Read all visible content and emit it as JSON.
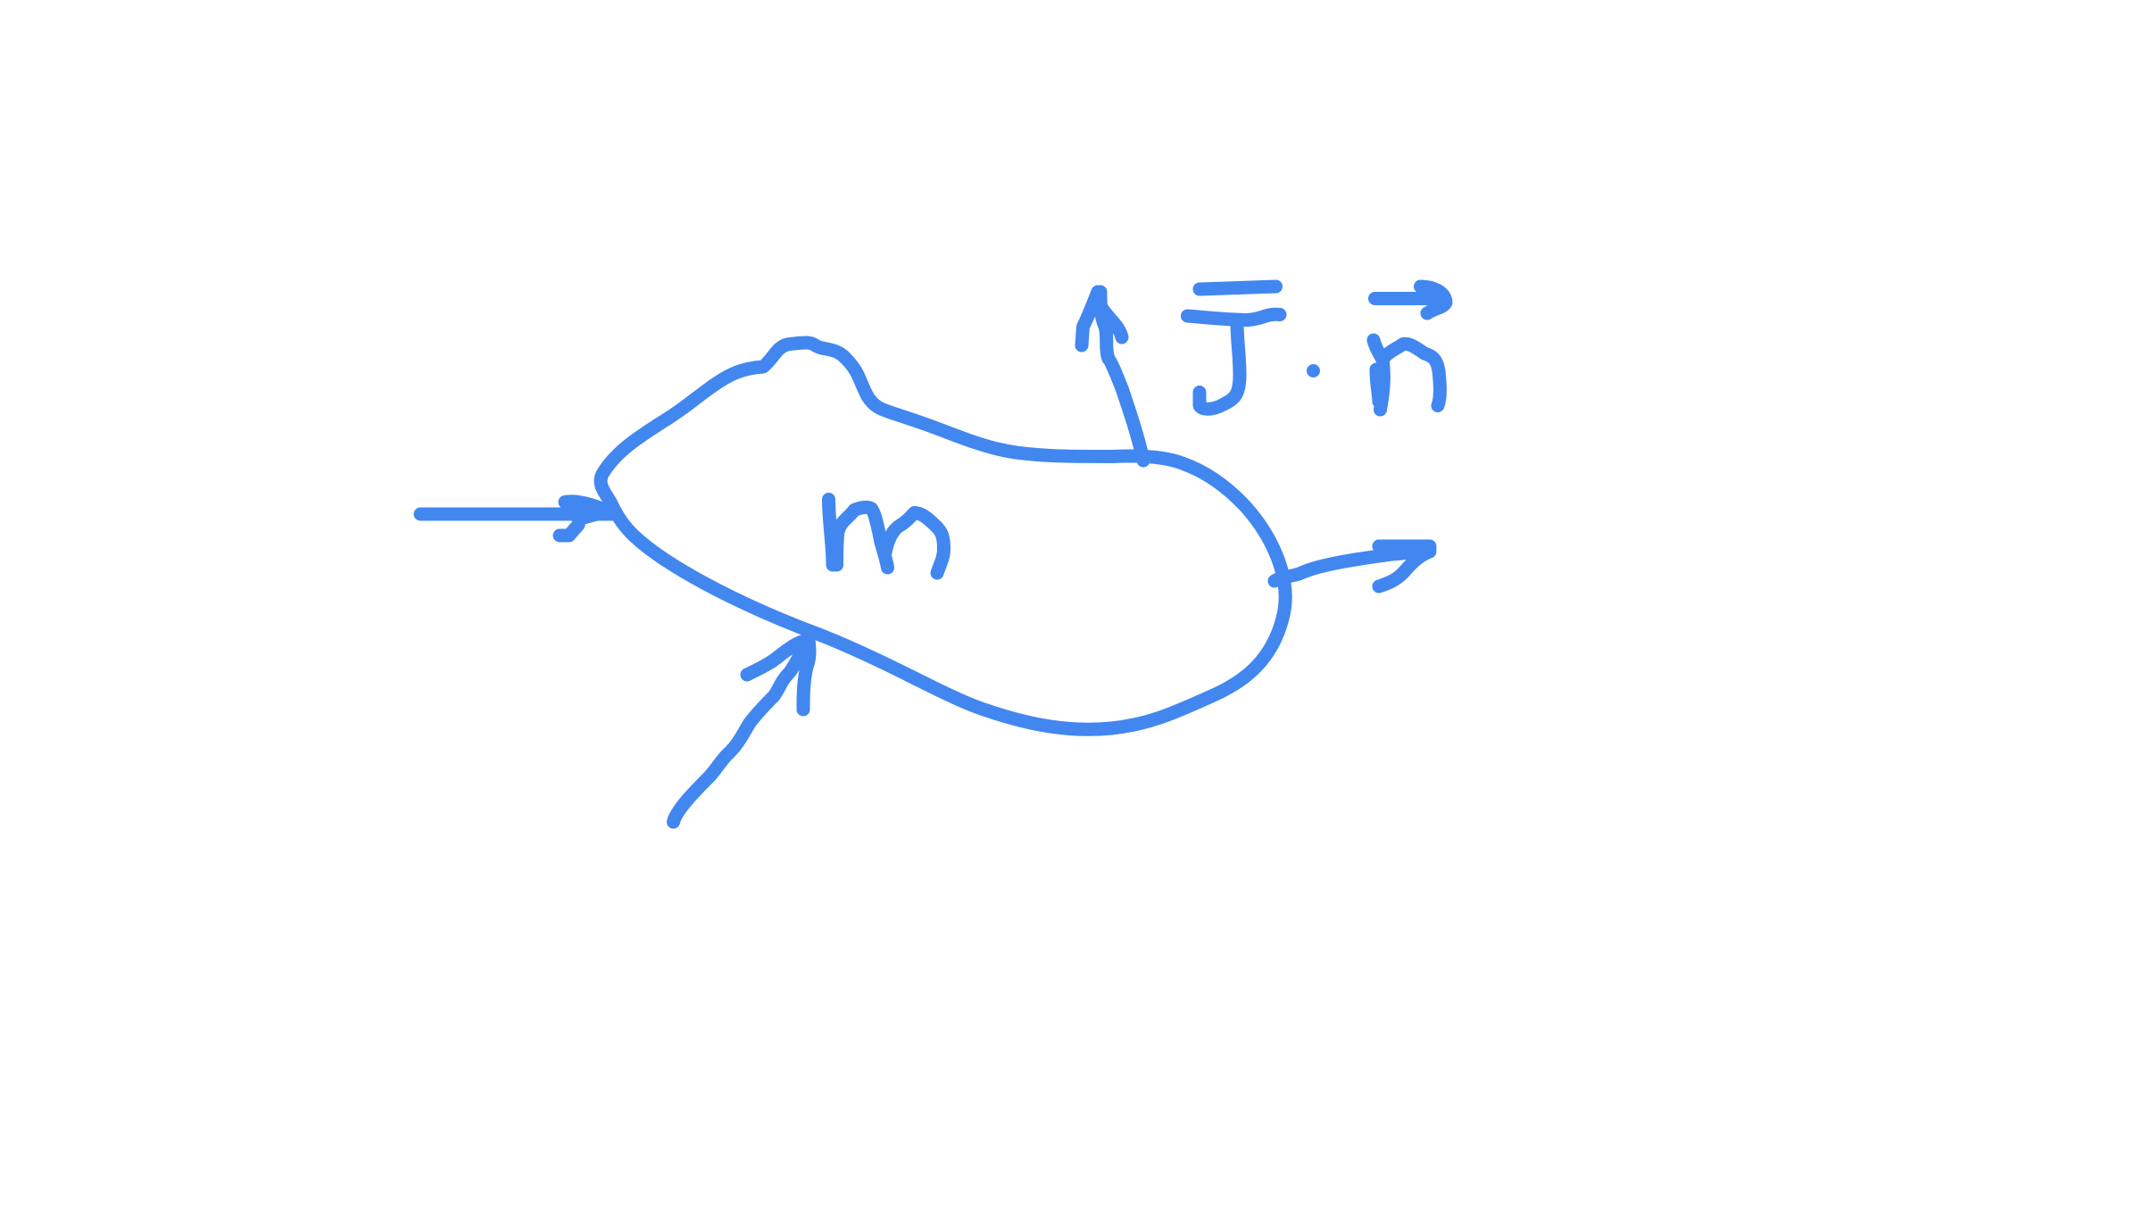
{
  "diagram": {
    "ink_color": "#4287F0",
    "background": "#FFFFFF",
    "label_mass": "m",
    "label_flux": "J · n",
    "components": [
      "control-volume-blob",
      "inflow-arrow-left",
      "inflow-arrow-bottom",
      "outflow-arrow-top",
      "outflow-arrow-right"
    ]
  }
}
